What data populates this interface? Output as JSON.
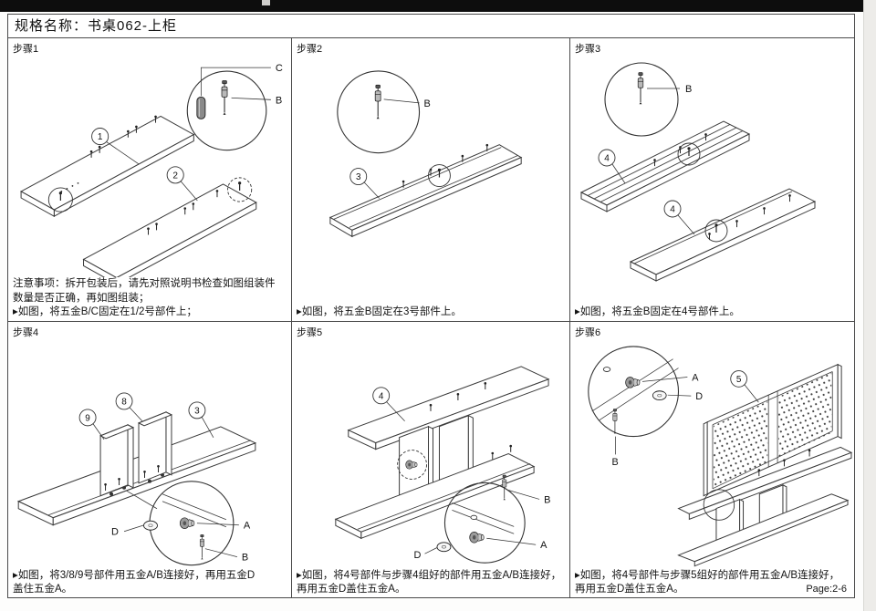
{
  "colors": {
    "scan_bar": "#0d0d0d",
    "line": "#3a3a3a",
    "page_bg": "#edece9"
  },
  "doc": {
    "title": "规格名称：书桌062-上柜",
    "page_label": "Page:2-6"
  },
  "panels": [
    {
      "step_label": "步骤1",
      "notes": [
        "注意事项：拆开包装后，请先对照说明书检查如图组装件",
        "数量是否正确，再如图组装；"
      ],
      "caption_lines": [
        "▸如图，将五金B/C固定在1/2号部件上；"
      ],
      "parts": {
        "p1": "1",
        "p2": "2"
      },
      "hw": {
        "b": "B",
        "c": "C"
      }
    },
    {
      "step_label": "步骤2",
      "caption_lines": [
        "▸如图，将五金B固定在3号部件上。"
      ],
      "parts": {
        "p3": "3"
      },
      "hw": {
        "b": "B"
      }
    },
    {
      "step_label": "步骤3",
      "caption_lines": [
        "▸如图，将五金B固定在4号部件上。"
      ],
      "parts": {
        "p4a": "4",
        "p4b": "4"
      },
      "hw": {
        "b": "B"
      }
    },
    {
      "step_label": "步骤4",
      "caption_lines": [
        "▸如图，将3/8/9号部件用五金A/B连接好，再用五金D",
        "盖住五金A。"
      ],
      "parts": {
        "p9": "9",
        "p8": "8",
        "p3": "3"
      },
      "hw": {
        "a": "A",
        "b": "B",
        "d": "D"
      }
    },
    {
      "step_label": "步骤5",
      "caption_lines": [
        "▸如图，将4号部件与步骤4组好的部件用五金A/B连接好，",
        "再用五金D盖住五金A。"
      ],
      "parts": {
        "p4": "4"
      },
      "hw": {
        "a": "A",
        "b": "B",
        "d": "D"
      }
    },
    {
      "step_label": "步骤6",
      "caption_lines": [
        "▸如图，将4号部件与步骤5组好的部件用五金A/B连接好，",
        "再用五金D盖住五金A。"
      ],
      "parts": {
        "p5": "5"
      },
      "hw": {
        "a": "A",
        "b": "B",
        "d": "D"
      }
    }
  ]
}
